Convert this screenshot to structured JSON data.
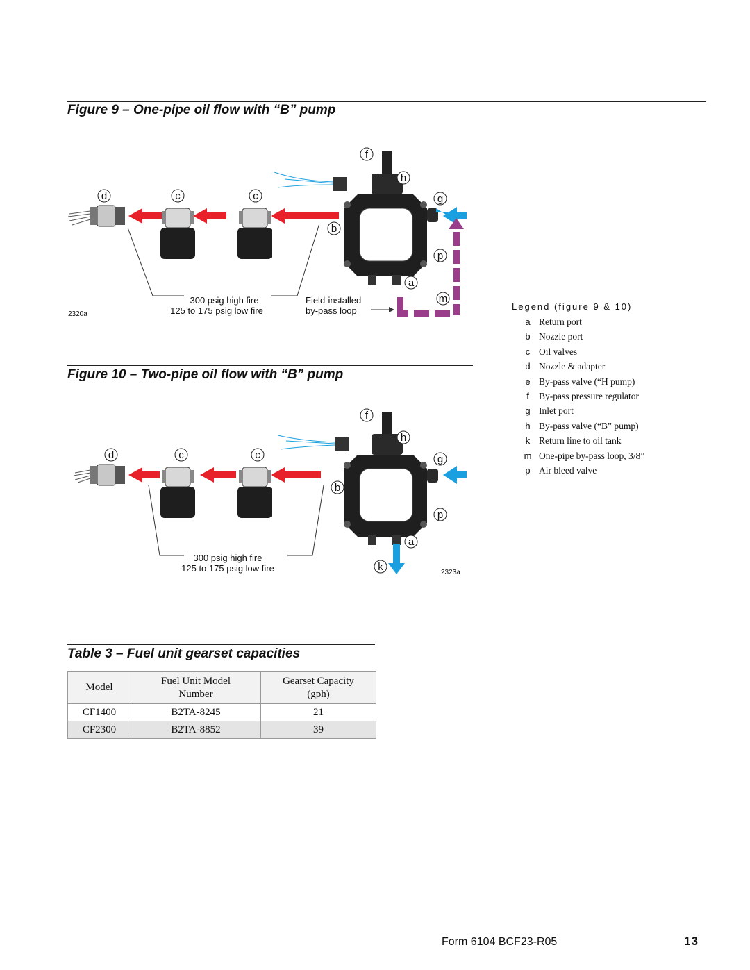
{
  "figure9": {
    "title": "Figure 9 – One-pipe oil flow with “B” pump",
    "image_id": "2320a",
    "pressure_high": "300 psig high fire",
    "pressure_low": "125 to 175 psig low fire",
    "loop_line1": "Field-installed",
    "loop_line2": "by-pass loop",
    "letters": {
      "d": "d",
      "c": "c",
      "f": "f",
      "h": "h",
      "g": "g",
      "b": "b",
      "p": "p",
      "a": "a",
      "m": "m"
    }
  },
  "figure10": {
    "title": "Figure 10 – Two-pipe oil flow with “B” pump",
    "image_id": "2323a",
    "pressure_high": "300 psig high fire",
    "pressure_low": "125 to 175 psig low fire",
    "letters": {
      "d": "d",
      "c": "c",
      "f": "f",
      "h": "h",
      "g": "g",
      "b": "b",
      "p": "p",
      "a": "a",
      "k": "k"
    }
  },
  "legend": {
    "title": "Legend (figure 9 & 10)",
    "items": [
      {
        "key": "a",
        "label": "Return port"
      },
      {
        "key": "b",
        "label": "Nozzle port"
      },
      {
        "key": "c",
        "label": "Oil valves"
      },
      {
        "key": "d",
        "label": "Nozzle & adapter"
      },
      {
        "key": "e",
        "label": "By-pass valve (“H pump)"
      },
      {
        "key": "f",
        "label": "By-pass pressure regulator"
      },
      {
        "key": "g",
        "label": "Inlet port"
      },
      {
        "key": "h",
        "label": "By-pass valve (“B” pump)"
      },
      {
        "key": "k",
        "label": "Return line to oil tank"
      },
      {
        "key": "m",
        "label": "One-pipe by-pass loop, 3/8”"
      },
      {
        "key": "p",
        "label": "Air bleed valve"
      }
    ]
  },
  "table3": {
    "title": "Table 3 – Fuel unit gearset capacities",
    "headers": [
      {
        "line1": "Model",
        "line2": ""
      },
      {
        "line1": "Fuel Unit Model",
        "line2": "Number"
      },
      {
        "line1": "Gearset Capacity",
        "line2": "(gph)"
      }
    ],
    "rows": [
      [
        "CF1400",
        "B2TA-8245",
        "21"
      ],
      [
        "CF2300",
        "B2TA-8852",
        "39"
      ]
    ]
  },
  "footer": {
    "form": "Form 6104 BCF23-R05",
    "page": "13"
  },
  "colors": {
    "red_arrow": "#e8202a",
    "blue_arrow": "#1aa0e0",
    "purple_loop": "#9a3d8a"
  }
}
